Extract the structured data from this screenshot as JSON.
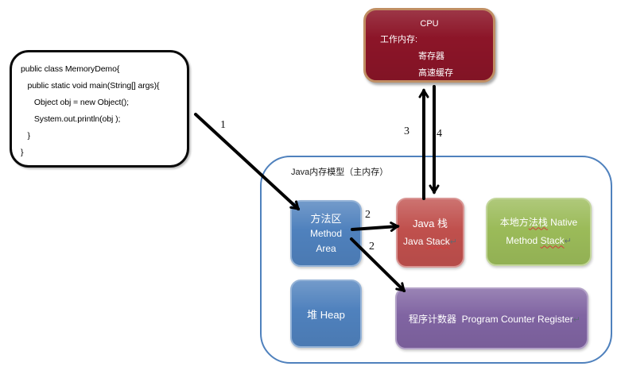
{
  "colors": {
    "cpu_fill": "#8C1528",
    "cpu_border": "#C08E63",
    "blue_fill": "#4F81BD",
    "blue_border": "#95B3D7",
    "red_fill": "#C0504D",
    "red_border": "#D99694",
    "green_fill": "#9BBB59",
    "green_border": "#C3D69B",
    "purple_fill": "#8064A2",
    "purple_border": "#B2A1C7",
    "container_border": "#4F81BD",
    "arrow_color": "#000000"
  },
  "code_box": {
    "lines": [
      "public class MemoryDemo{",
      "   public static void main(String[] args){",
      "      Object obj = new Object();",
      "      System.out.println(obj );",
      "   }",
      "}"
    ]
  },
  "cpu": {
    "title": "CPU",
    "line1": "工作内存:",
    "line2": "寄存器",
    "line3": "高速缓存"
  },
  "memory_model": {
    "title": "Java内存模型（主内存）"
  },
  "boxes": {
    "method_area": {
      "line1": "方法区",
      "line2": "Method",
      "line3": "Area"
    },
    "java_stack": {
      "line1": "Java 栈",
      "line2_a": "Java ",
      "line2_b": "Stack",
      "return_mark": "↵"
    },
    "native_stack": {
      "line1_a": "本地方",
      "line1_b": "法栈",
      "line1_c": " Native",
      "line2_a": "Method ",
      "line2_b": "Stack",
      "return_mark": "↵"
    },
    "heap": {
      "label": "堆 Heap"
    },
    "program_counter": {
      "label": "程序计数器  Program Counter Register",
      "return_mark": "↵"
    }
  },
  "arrow_labels": {
    "step1": "1",
    "step2_stack": "2",
    "step2_pc": "2",
    "step3": "3",
    "step4": "4"
  }
}
